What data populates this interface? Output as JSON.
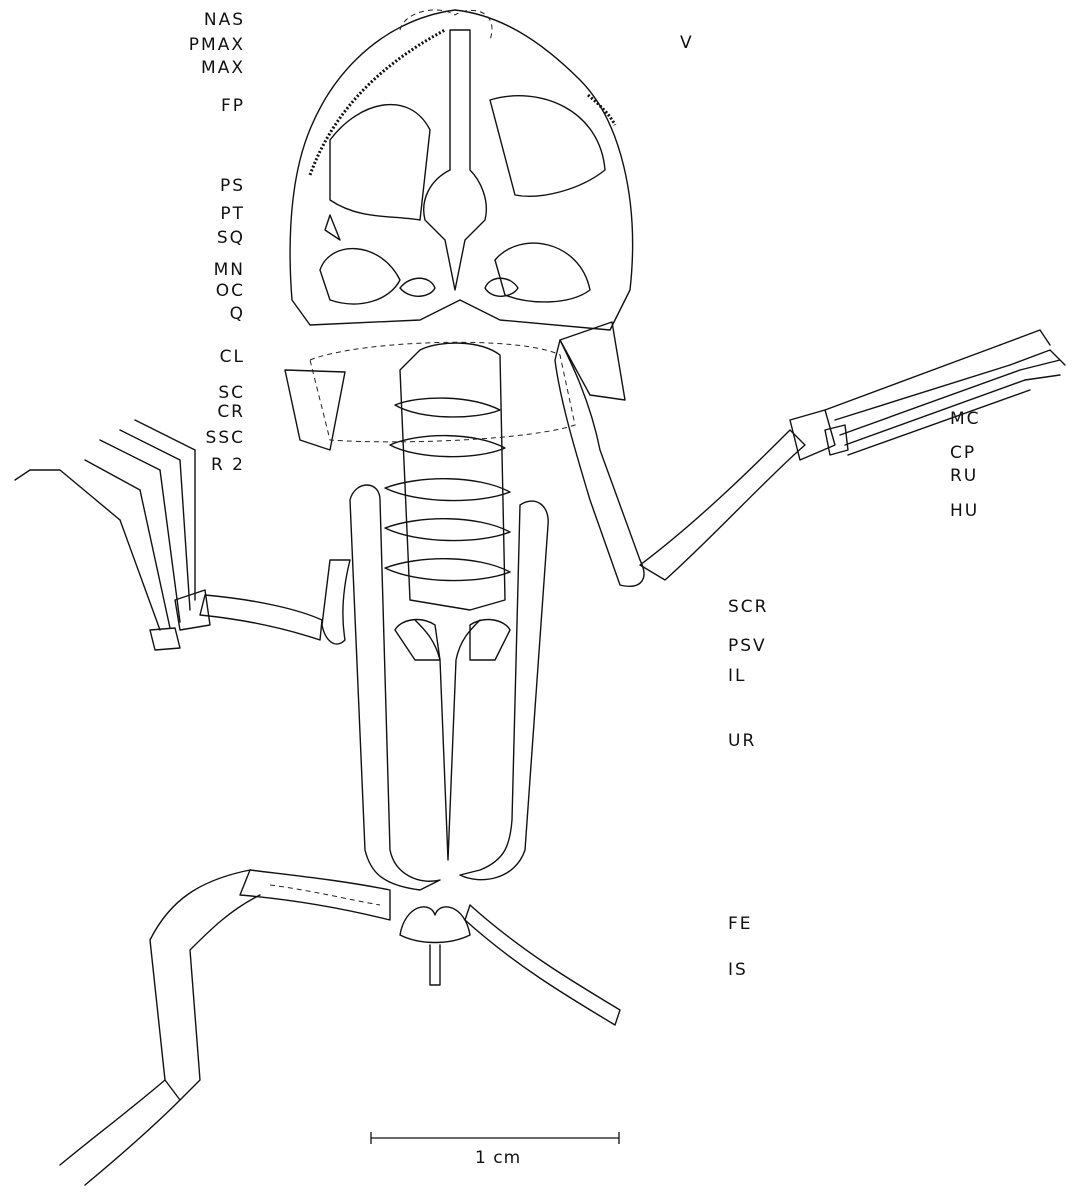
{
  "figure": {
    "left_labels": [
      "NAS",
      "PMAX",
      "MAX",
      "FP",
      "PS",
      "PT",
      "SQ",
      "MN",
      "OC",
      "Q",
      "CL",
      "SC",
      "CR",
      "SSC",
      "R 2"
    ],
    "right_labels": [
      "V",
      "MC",
      "CP",
      "RU",
      "HU",
      "SCR",
      "PSV",
      "IL",
      "UR",
      "FE",
      "IS"
    ],
    "scale_bar": {
      "label": "1 cm"
    }
  }
}
